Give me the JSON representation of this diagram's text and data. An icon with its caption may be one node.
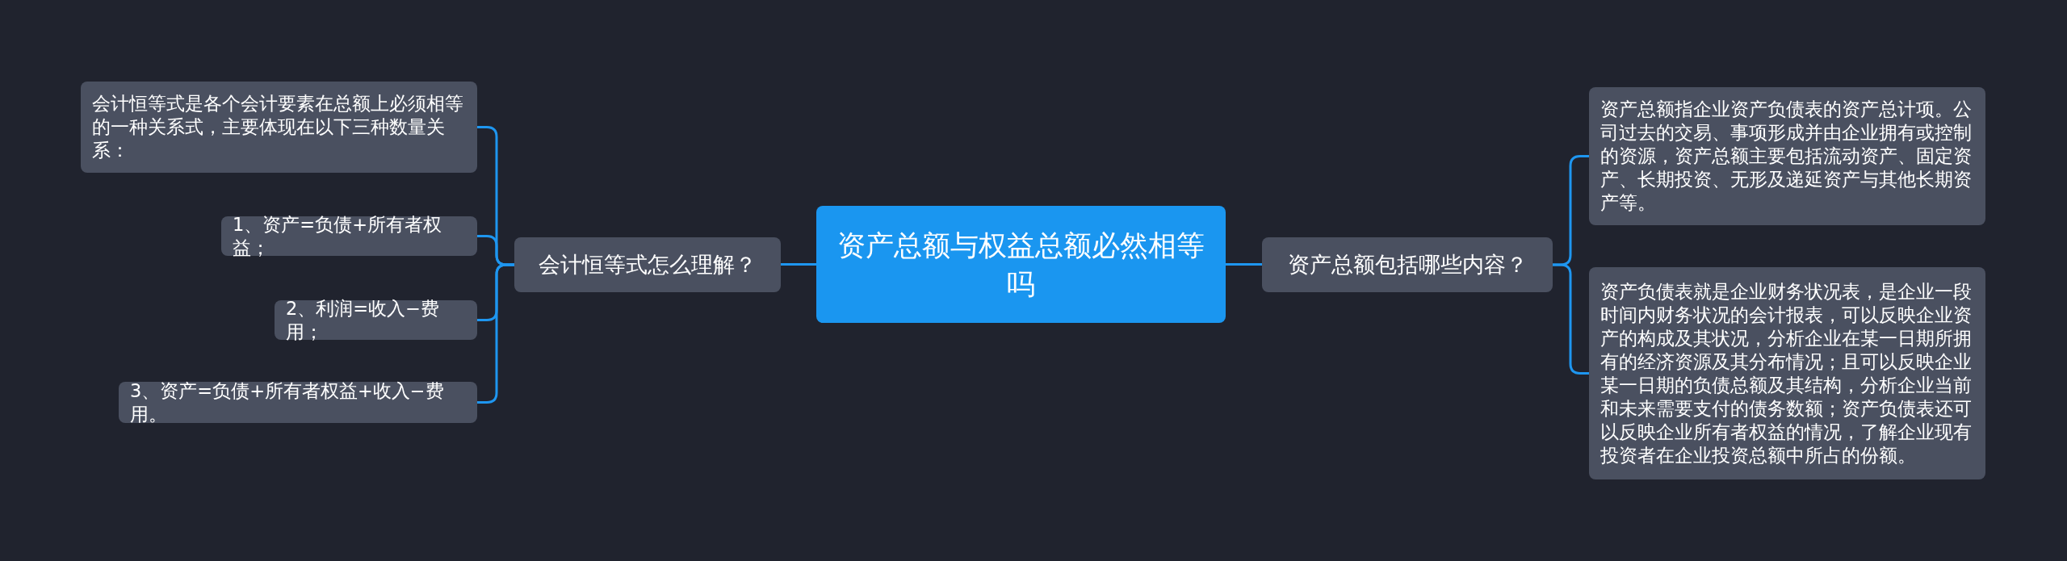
{
  "diagram": {
    "nodes": [
      {
        "text": [
          "资产总额与权益总额必然相等吗"
        ]
      },
      {
        "text": [
          "会计恒等式怎么理解？"
        ]
      },
      {
        "text": [
          "会计恒等式是各个会计要素在总额上必须相等的一种关系式，主要体现在以下三种数量关系："
        ]
      },
      {
        "text": [
          "1、资产=负债+所有者权益；"
        ]
      },
      {
        "text": [
          "2、利润=收入−费用；"
        ]
      },
      {
        "text": [
          "3、资产=负债+所有者权益+收入−费用。"
        ]
      },
      {
        "text": [
          "资产总额包括哪些内容？"
        ]
      },
      {
        "text": [
          "资产总额指企业资产负债表的资产总计项。公司过去的交易、事项形成并由企业拥有或控制的资源，资产总额主要包括流动资产、固定资产、长期投资、无形及递延资产与其他长期资产等。"
        ]
      },
      {
        "text": [
          "资产负债表就是企业财务状况表，是企业一段时间内财务状况的会计报表，可以反映企业资产的构成及其状况，分析企业在某一日期所拥有的经济资源及其分布情况；且可以反映企业某一日期的负债总额及其结构，分析企业当前和未来需要支付的债务数额；资产负债表还可以反映企业所有者权益的情况，了解企业现有投资者在企业投资总额中所占的份额。"
        ]
      }
    ],
    "edges": [
      {
        "from": 0,
        "to": 1,
        "arrow": "none"
      },
      {
        "from": 1,
        "to": 2,
        "arrow": "none"
      },
      {
        "from": 1,
        "to": 3,
        "arrow": "none"
      },
      {
        "from": 1,
        "to": 4,
        "arrow": "none"
      },
      {
        "from": 1,
        "to": 5,
        "arrow": "none"
      },
      {
        "from": 0,
        "to": 6,
        "arrow": "none"
      },
      {
        "from": 6,
        "to": 7,
        "arrow": "none"
      },
      {
        "from": 6,
        "to": 8,
        "arrow": "none"
      }
    ]
  }
}
